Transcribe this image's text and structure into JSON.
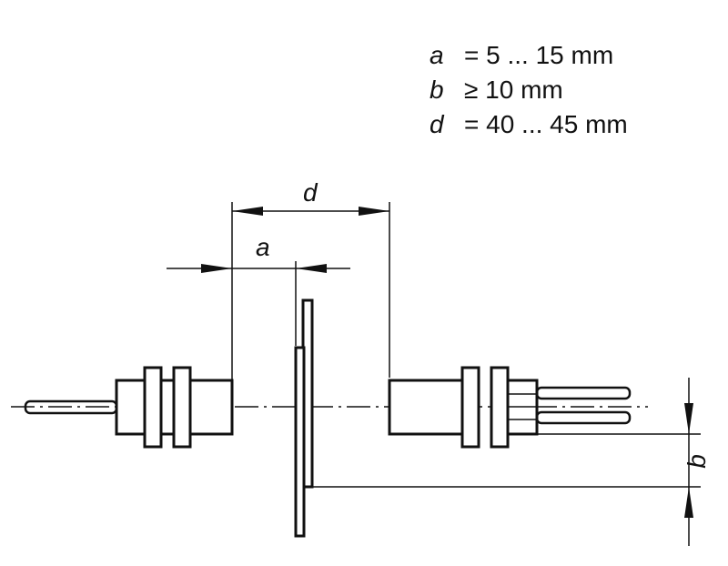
{
  "specs": {
    "a": {
      "symbol": "a",
      "relation": "= 5 ... 15 mm"
    },
    "b": {
      "symbol": "b",
      "relation": "≥ 10 mm"
    },
    "d": {
      "symbol": "d",
      "relation": "= 40 ... 45 mm"
    }
  },
  "dimensions": {
    "d": "d",
    "a": "a",
    "b": "b"
  }
}
